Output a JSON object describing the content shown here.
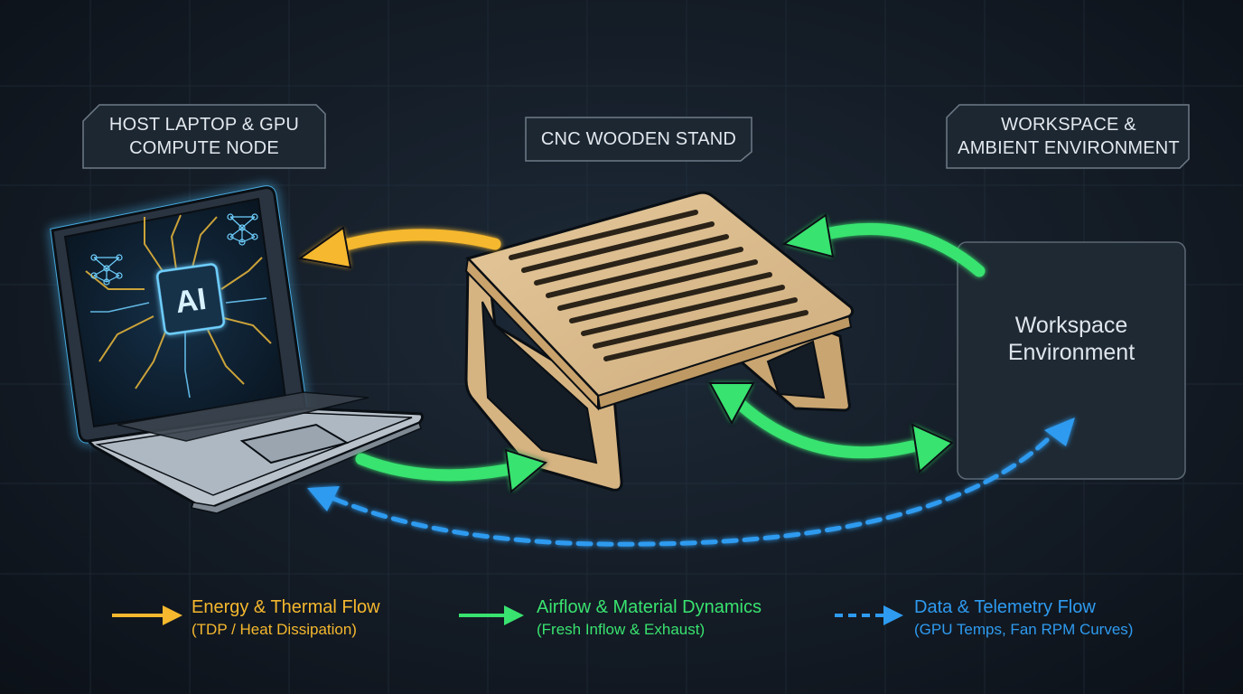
{
  "nodes": {
    "host": {
      "line1": "HOST LAPTOP & GPU",
      "line2": "COMPUTE NODE"
    },
    "stand": {
      "label": "CNC WOODEN STAND"
    },
    "workspace_tag": {
      "line1": "WORKSPACE &",
      "line2": "AMBIENT ENVIRONMENT"
    },
    "workspace_box": {
      "line1": "Workspace",
      "line2": "Environment"
    }
  },
  "screen": {
    "chip_label": "AI"
  },
  "legend": [
    {
      "title": "Energy & Thermal Flow",
      "subtitle": "(TDP / Heat Dissipation)",
      "color": "#f5b82e"
    },
    {
      "title": "Airflow & Material Dynamics",
      "subtitle": "(Fresh Inflow & Exhaust)",
      "color": "#39e36f"
    },
    {
      "title": "Data & Telemetry Flow",
      "subtitle": "(GPU Temps, Fan RPM Curves)",
      "color": "#2e9bf0"
    }
  ],
  "colors": {
    "energy": "#f5b82e",
    "airflow": "#39e36f",
    "data": "#2e9bf0",
    "wood": "#d9b98a",
    "glow": "#4fc3ff"
  }
}
